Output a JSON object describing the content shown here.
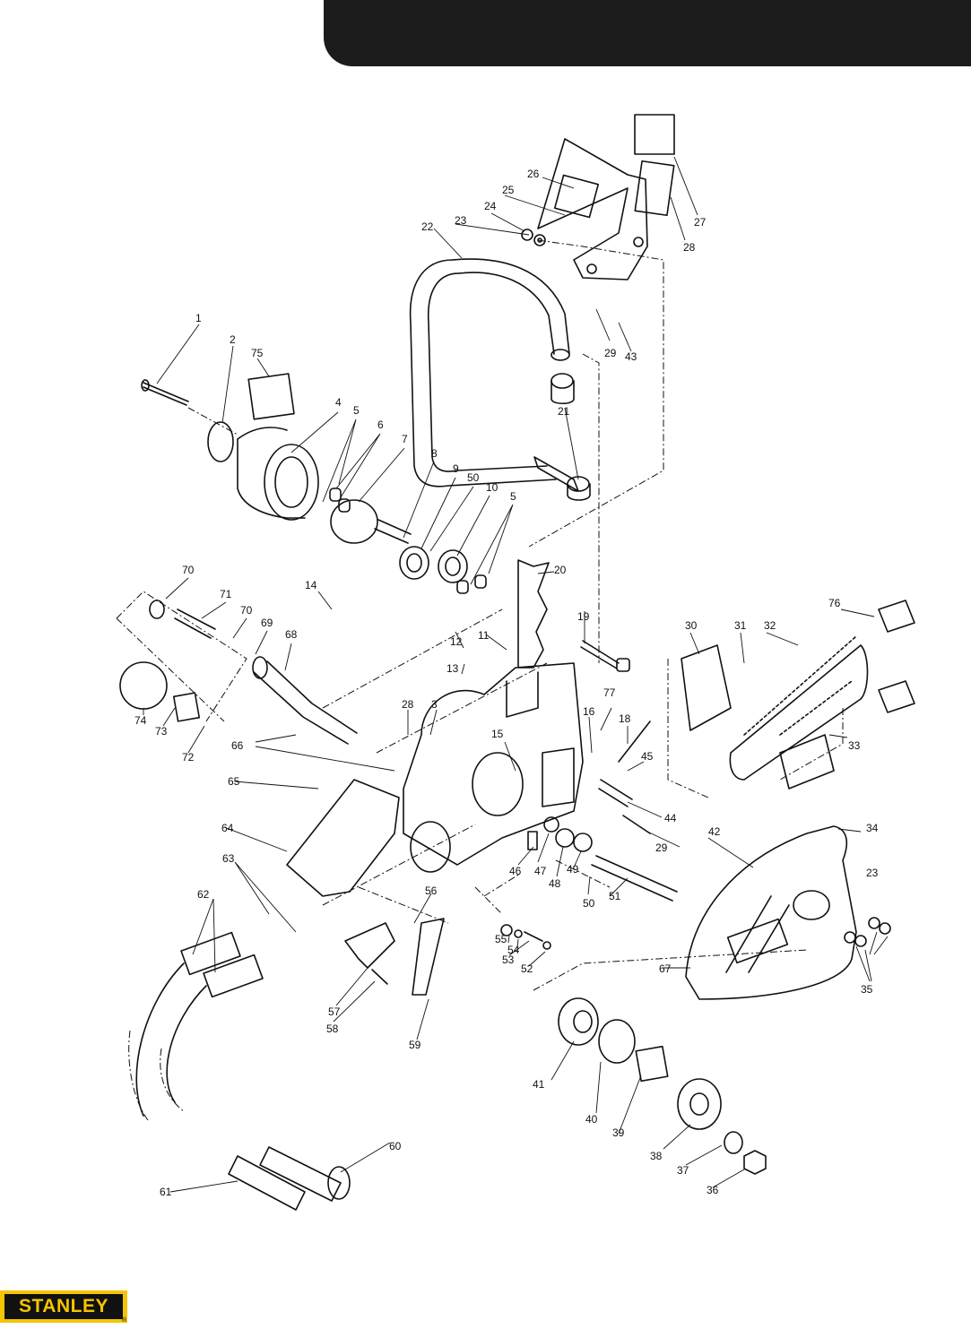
{
  "brand": {
    "logo_text": "STANLEY",
    "registered_mark": "®"
  },
  "callouts": [
    "1",
    "2",
    "75",
    "4",
    "5",
    "6",
    "7",
    "8",
    "9",
    "50",
    "10",
    "5",
    "22",
    "23",
    "24",
    "25",
    "26",
    "27",
    "28",
    "29",
    "43",
    "21",
    "20",
    "19",
    "11",
    "12",
    "13",
    "14",
    "70",
    "71",
    "70",
    "69",
    "68",
    "74",
    "73",
    "72",
    "66",
    "65",
    "64",
    "28",
    "3",
    "15",
    "16",
    "77",
    "18",
    "45",
    "44",
    "29",
    "30",
    "31",
    "32",
    "76",
    "33",
    "42",
    "34",
    "23",
    "35",
    "67",
    "46",
    "47",
    "48",
    "49",
    "50",
    "51",
    "55",
    "54",
    "53",
    "52",
    "56",
    "57",
    "58",
    "59",
    "62",
    "63",
    "41",
    "40",
    "39",
    "38",
    "37",
    "36",
    "60",
    "61"
  ]
}
